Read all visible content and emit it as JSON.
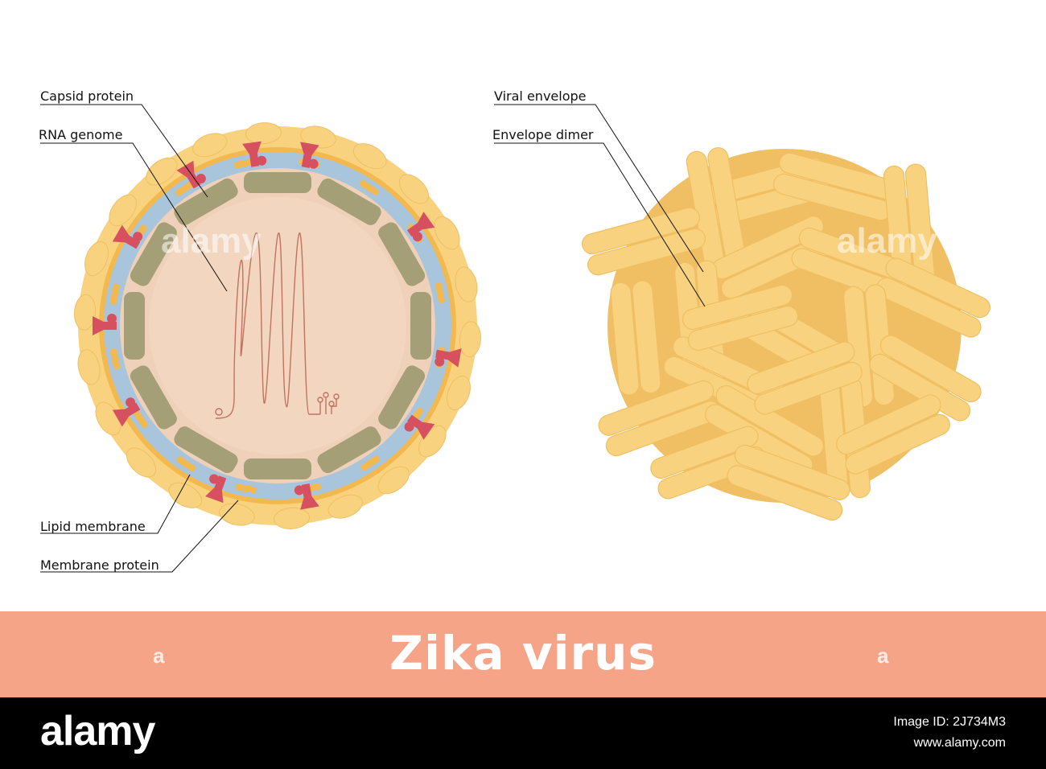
{
  "labels": {
    "capsid_protein": "Capsid protein",
    "rna_genome": "RNA genome",
    "lipid_membrane": "Lipid membrane",
    "membrane_protein": "Membrane protein",
    "viral_envelope": "Viral envelope",
    "envelope_dimer": "Envelope dimer"
  },
  "title": "Zika virus",
  "watermark": {
    "brand": "alamy",
    "mark": "a"
  },
  "footer": {
    "logo": "alamy",
    "image_id": "Image ID: 2J734M3",
    "site": "www.alamy.com"
  },
  "colors": {
    "title_bar": "#f6a488",
    "envelope": "#f8d27e",
    "envelope_dark": "#f0bf63",
    "lipid": "#a9c5dc",
    "capsid": "#a59f78",
    "core": "#f2d6c0",
    "membrane_protein": "#d6505f",
    "rna": "#c2725e"
  }
}
